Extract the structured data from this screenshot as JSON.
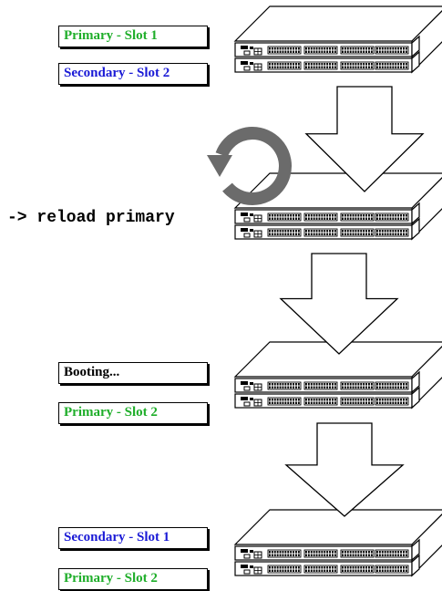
{
  "colors": {
    "primary": "#1fae2a",
    "secondary": "#1a1ad6",
    "status": "#000000",
    "reload_icon": "#6b6b6b"
  },
  "stages": [
    {
      "labels": [
        {
          "text": "Primary - Slot 1",
          "color": "primary"
        },
        {
          "text": "Secondary - Slot 2",
          "color": "secondary"
        }
      ]
    },
    {
      "command": "-> reload primary"
    },
    {
      "labels": [
        {
          "text": "Booting...",
          "color": "status"
        },
        {
          "text": "Primary - Slot 2",
          "color": "primary"
        }
      ]
    },
    {
      "labels": [
        {
          "text": "Secondary - Slot 1",
          "color": "secondary"
        },
        {
          "text": "Primary - Slot 2",
          "color": "primary"
        }
      ]
    }
  ],
  "icons": {
    "switch": "switch-stack-icon",
    "reload": "reload-icon",
    "arrow": "down-arrow-icon"
  }
}
